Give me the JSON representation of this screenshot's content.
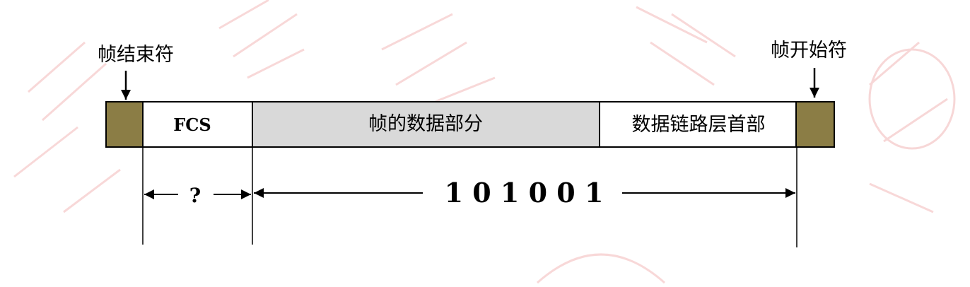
{
  "colors": {
    "flag": "#8B7D45",
    "data_field": "#D9D9D9",
    "field": "#FFFFFF",
    "stroke": "#000000",
    "watermark": "#E23B3B"
  },
  "labels": {
    "end_flag": "帧结束符",
    "start_flag": "帧开始符",
    "fcs": "FCS",
    "data_part": "帧的数据部分",
    "header": "数据链路层首部",
    "fcs_bits": "?",
    "divisor": "1 0 1 0 0 1"
  },
  "icons": {
    "end_pointer": "down-arrow-icon",
    "start_pointer": "down-arrow-icon"
  }
}
